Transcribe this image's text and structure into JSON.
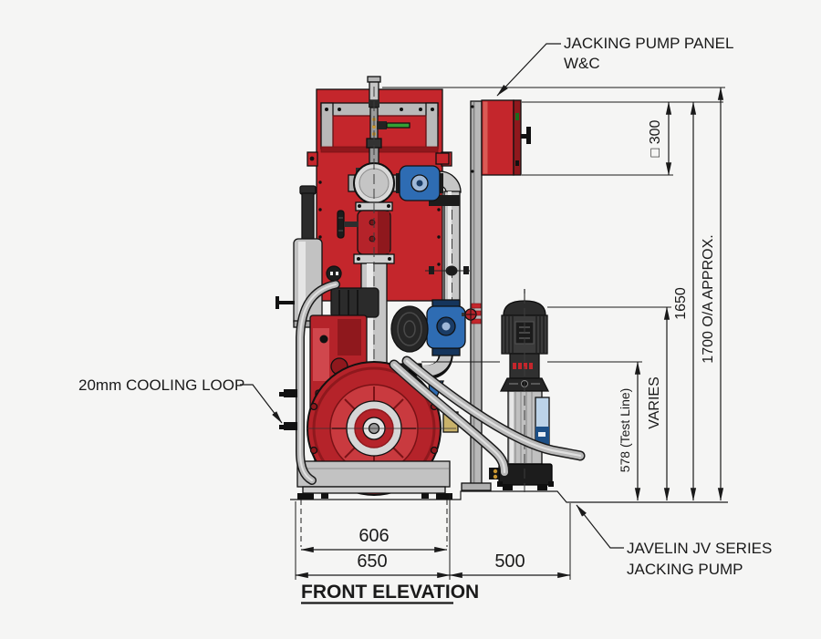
{
  "drawing": {
    "view_title": "FRONT ELEVATION",
    "callouts": {
      "panel": {
        "line1": "JACKING PUMP PANEL",
        "line2": "W&C"
      },
      "cooling_loop": "20mm COOLING LOOP",
      "jacking_pump": {
        "line1": "JAVELIN JV SERIES",
        "line2": "JACKING PUMP"
      }
    },
    "dimensions": {
      "panel_square": "□ 300",
      "panel_height": "1650",
      "overall_height": "1700 O/A APPROX.",
      "jockey_discharge": "VARIES",
      "test_line": "578 (Test Line)",
      "base_frame_inner": "606",
      "base_frame": "650",
      "jockey_offset": "500"
    },
    "colors": {
      "background": "#f5f5f4",
      "cabinet_red": "#c4262c",
      "engine_red": "#b5232a",
      "dark_red": "#8f181d",
      "pump_blue": "#2e6cb3",
      "lever_green": "#35a035",
      "pipe_silver": "#c6c6c6",
      "metal_gray": "#c2c2c2",
      "line": "#1a1a1a"
    }
  }
}
